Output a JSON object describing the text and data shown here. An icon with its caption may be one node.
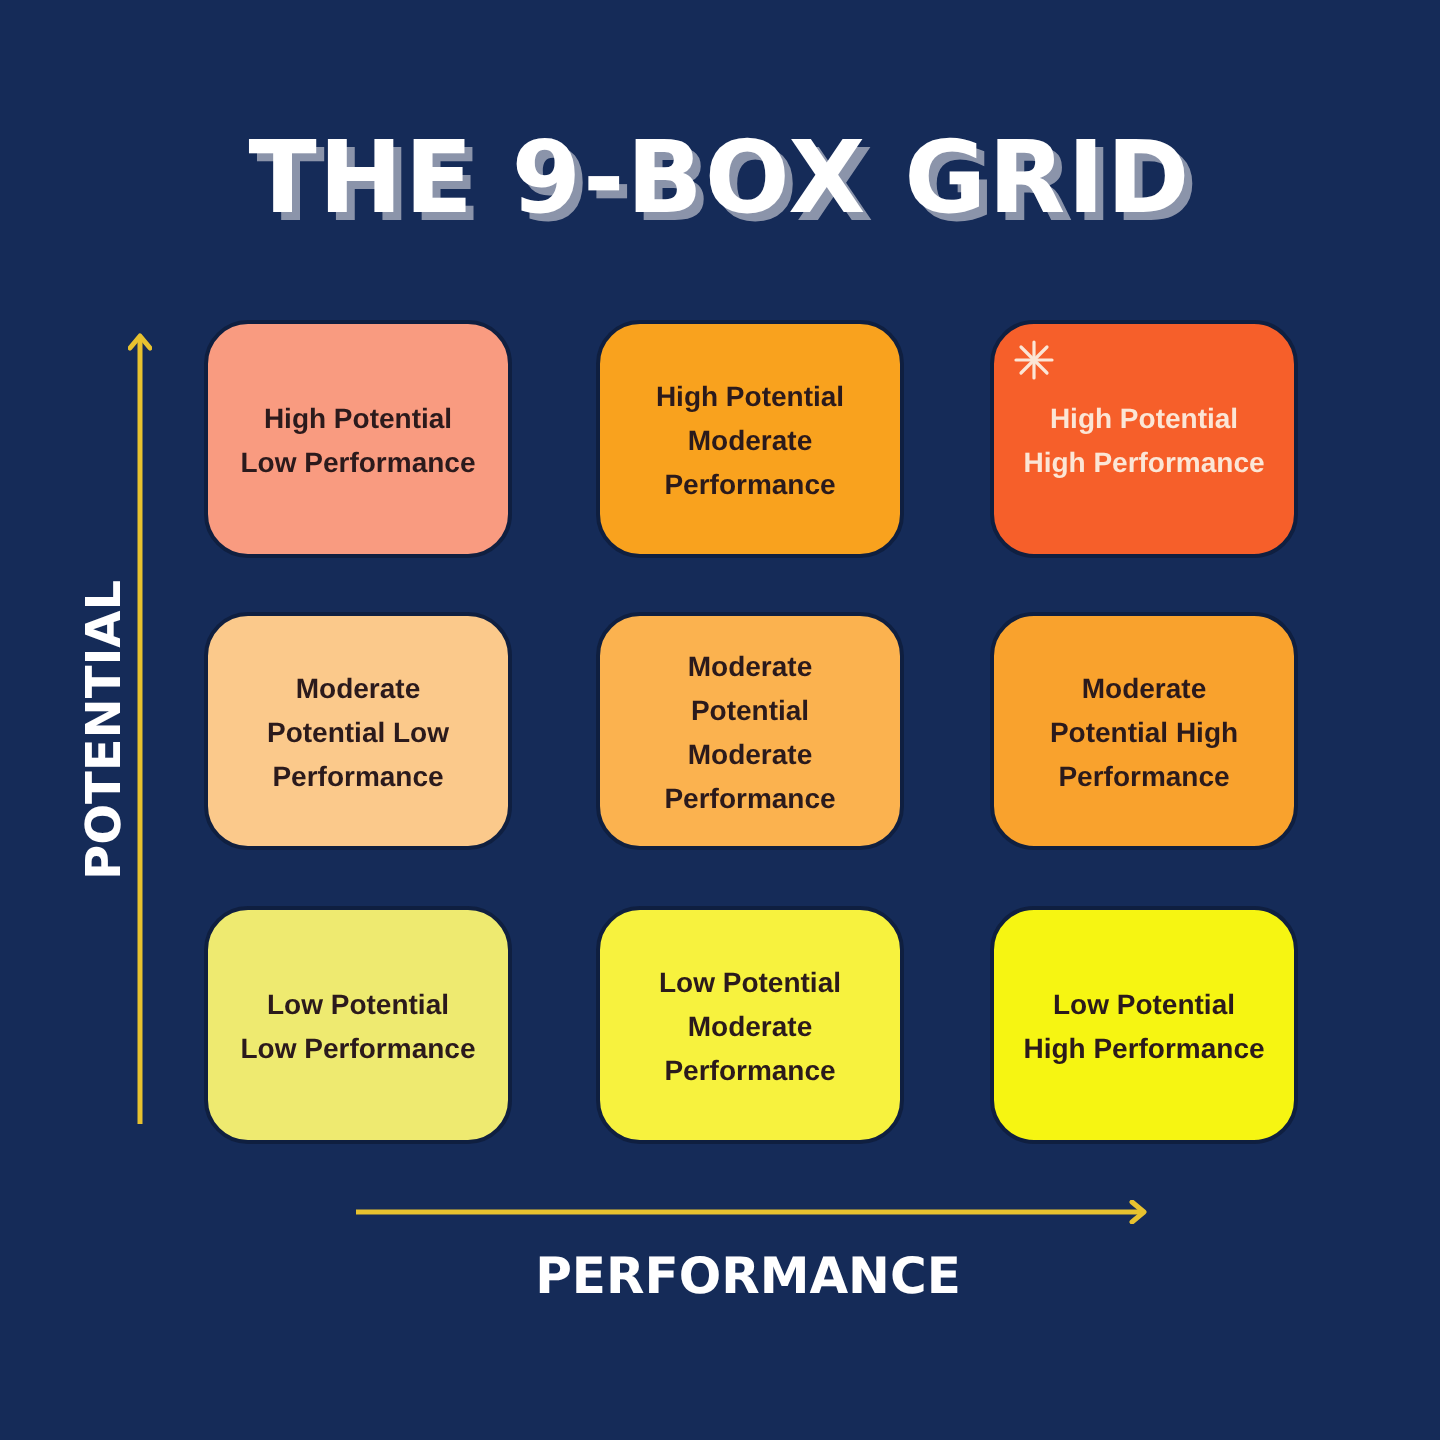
{
  "diagram": {
    "title": "THE 9-BOX GRID",
    "nodes": [
      {
        "text": [
          "High Potential Low Performance"
        ]
      },
      {
        "text": [
          "High Potential Moderate Performance"
        ]
      },
      {
        "text": [
          "High Potential High Performance"
        ]
      },
      {
        "text": [
          "Moderate Potential Low Performance"
        ]
      },
      {
        "text": [
          "Moderate Potential Moderate Performance"
        ]
      },
      {
        "text": [
          "Moderate Potential High Performance"
        ]
      },
      {
        "text": [
          "Low Potential Low Performance"
        ]
      },
      {
        "text": [
          "Low Potential Moderate Performance"
        ]
      },
      {
        "text": [
          "Low Potential High Performance"
        ]
      }
    ],
    "labels": [
      "POTENTIAL",
      "PERFORMANCE"
    ]
  }
}
